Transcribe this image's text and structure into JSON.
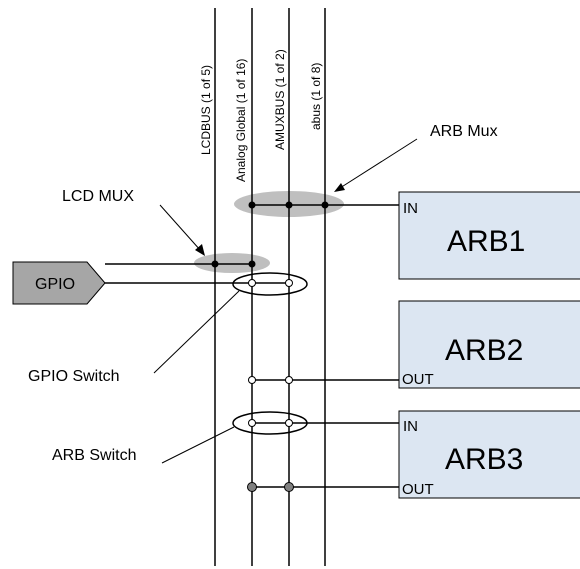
{
  "buses": [
    {
      "label": "LCDBUS (1 of 5)"
    },
    {
      "label": "Analog Global (1 of 16)"
    },
    {
      "label": "AMUXBUS (1 of 2)"
    },
    {
      "label": "abus (1 of 8)"
    }
  ],
  "gpio": {
    "label": "GPIO"
  },
  "callouts": {
    "arb_mux": "ARB Mux",
    "lcd_mux": "LCD MUX",
    "gpio_switch": "GPIO Switch",
    "arb_switch": "ARB Switch"
  },
  "blocks": {
    "arb1": {
      "name": "ARB1",
      "in": "IN"
    },
    "arb2": {
      "name": "ARB2",
      "out": "OUT"
    },
    "arb3": {
      "name": "ARB3",
      "in": "IN",
      "out": "OUT"
    }
  },
  "colors": {
    "block_fill": "#dce6f2",
    "gpio_fill": "#a6a6a6",
    "mux_fill": "#bfbfbf",
    "switch_dot_fill": "#808080"
  }
}
